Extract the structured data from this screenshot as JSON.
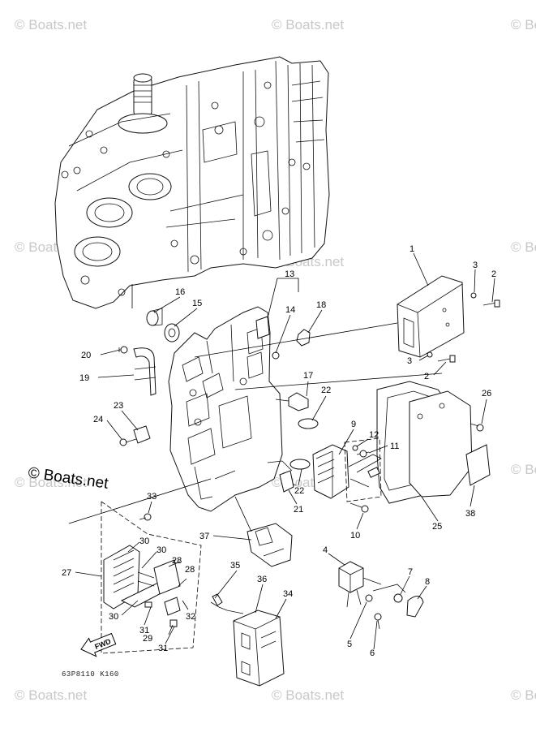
{
  "watermarks": [
    {
      "text": "© Boats.net"
    },
    {
      "text": "© Boats.net"
    },
    {
      "text": "© Boats.net"
    },
    {
      "text": "© Boats.net"
    },
    {
      "text": "© Boats.net"
    },
    {
      "text": "© Boats.net"
    },
    {
      "text": "© Boats.net"
    },
    {
      "text": "© Boats.net"
    },
    {
      "text": "© Boats.net"
    },
    {
      "text": "© Boats.net"
    },
    {
      "text": "© Boats.net"
    },
    {
      "text": "© Boats.net"
    }
  ],
  "main_watermark": "© Boats.net",
  "drawing_code": "63P8110 K160",
  "fwd_label": "FWD",
  "callouts": [
    {
      "label": "1"
    },
    {
      "label": "2"
    },
    {
      "label": "3"
    },
    {
      "label": "3"
    },
    {
      "label": "2"
    },
    {
      "label": "26"
    },
    {
      "label": "13"
    },
    {
      "label": "14"
    },
    {
      "label": "18"
    },
    {
      "label": "16"
    },
    {
      "label": "15"
    },
    {
      "label": "20"
    },
    {
      "label": "19"
    },
    {
      "label": "17"
    },
    {
      "label": "22"
    },
    {
      "label": "23"
    },
    {
      "label": "24"
    },
    {
      "label": "9"
    },
    {
      "label": "12"
    },
    {
      "label": "11"
    },
    {
      "label": "22"
    },
    {
      "label": "21"
    },
    {
      "label": "10"
    },
    {
      "label": "25"
    },
    {
      "label": "38"
    },
    {
      "label": "33"
    },
    {
      "label": "37"
    },
    {
      "label": "30"
    },
    {
      "label": "30"
    },
    {
      "label": "27"
    },
    {
      "label": "28"
    },
    {
      "label": "28"
    },
    {
      "label": "30"
    },
    {
      "label": "31"
    },
    {
      "label": "32"
    },
    {
      "label": "29"
    },
    {
      "label": "31"
    },
    {
      "label": "35"
    },
    {
      "label": "36"
    },
    {
      "label": "34"
    },
    {
      "label": "4"
    },
    {
      "label": "7"
    },
    {
      "label": "8"
    },
    {
      "label": "5"
    },
    {
      "label": "6"
    }
  ]
}
